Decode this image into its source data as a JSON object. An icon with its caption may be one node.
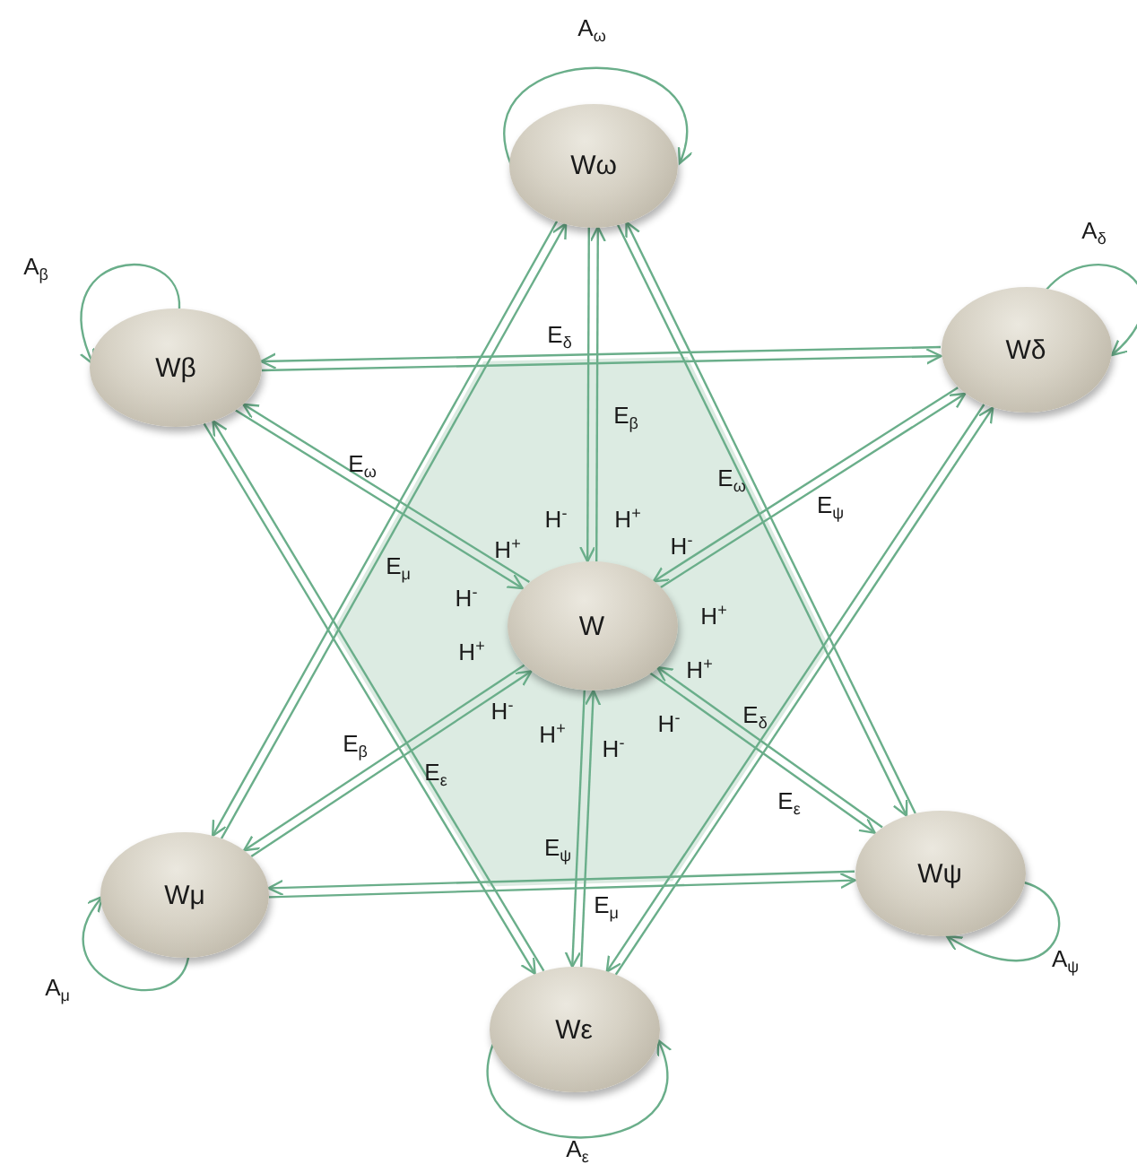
{
  "diagram": {
    "nodes": [
      {
        "text": [
          "Wω"
        ]
      },
      {
        "text": [
          "Wβ"
        ]
      },
      {
        "text": [
          "Wδ"
        ]
      },
      {
        "text": [
          "W"
        ]
      },
      {
        "text": [
          "Wμ"
        ]
      },
      {
        "text": [
          "Wψ"
        ]
      },
      {
        "text": [
          "Wε"
        ]
      }
    ],
    "edges": [
      {
        "from": 0,
        "to": 0,
        "arrow": "to",
        "label": "A$_{ω}$"
      },
      {
        "from": 1,
        "to": 1,
        "arrow": "to",
        "label": "A$_{β}$"
      },
      {
        "from": 2,
        "to": 2,
        "arrow": "to",
        "label": "A$_{δ}$"
      },
      {
        "from": 4,
        "to": 4,
        "arrow": "to",
        "label": "A$_{μ}$"
      },
      {
        "from": 5,
        "to": 5,
        "arrow": "to",
        "label": "A$_{ψ}$"
      },
      {
        "from": 6,
        "to": 6,
        "arrow": "to",
        "label": "A$_{ε}$"
      },
      {
        "from": 0,
        "to": 3,
        "arrow": "to",
        "label": "E$_{β}$"
      },
      {
        "from": 3,
        "to": 0,
        "arrow": "to",
        "label": "E$_{δ}$"
      },
      {
        "from": 1,
        "to": 3,
        "arrow": "to",
        "label": "E$_{ω}$"
      },
      {
        "from": 3,
        "to": 1,
        "arrow": "to"
      },
      {
        "from": 2,
        "to": 3,
        "arrow": "to",
        "label": "E$_{ω}$"
      },
      {
        "from": 3,
        "to": 2,
        "arrow": "to",
        "label": "E$_{ψ}$"
      },
      {
        "from": 4,
        "to": 3,
        "arrow": "to",
        "label": "E$_{β}$"
      },
      {
        "from": 3,
        "to": 4,
        "arrow": "to",
        "label": "E$_{ε}$"
      },
      {
        "from": 5,
        "to": 3,
        "arrow": "to",
        "label": "E$_{δ}$"
      },
      {
        "from": 3,
        "to": 5,
        "arrow": "to",
        "label": "E$_{ε}$"
      },
      {
        "from": 6,
        "to": 3,
        "arrow": "to",
        "label": "E$_{μ}$"
      },
      {
        "from": 3,
        "to": 6,
        "arrow": "to",
        "label": "E$_{ψ}$"
      },
      {
        "from": 0,
        "to": 4,
        "arrow": "to"
      },
      {
        "from": 4,
        "to": 0,
        "arrow": "to",
        "label": "E$_{μ}$"
      },
      {
        "from": 0,
        "to": 5,
        "arrow": "to"
      },
      {
        "from": 5,
        "to": 0,
        "arrow": "to"
      },
      {
        "from": 1,
        "to": 2,
        "arrow": "to"
      },
      {
        "from": 2,
        "to": 1,
        "arrow": "to"
      },
      {
        "from": 1,
        "to": 6,
        "arrow": "to"
      },
      {
        "from": 6,
        "to": 1,
        "arrow": "to"
      },
      {
        "from": 2,
        "to": 6,
        "arrow": "to"
      },
      {
        "from": 6,
        "to": 2,
        "arrow": "to"
      },
      {
        "from": 4,
        "to": 5,
        "arrow": "to"
      },
      {
        "from": 5,
        "to": 4,
        "arrow": "to"
      }
    ],
    "labels": [
      "H$^{-}$",
      "H$^{+}$",
      "H$^{+}$",
      "H$^{-}$",
      "H$^{-}$",
      "H$^{+}$",
      "H$^{+}$",
      "H$^{+}$",
      "H$^{-}$",
      "H$^{-}$",
      "H$^{+}$",
      "H$^{-}$"
    ]
  }
}
